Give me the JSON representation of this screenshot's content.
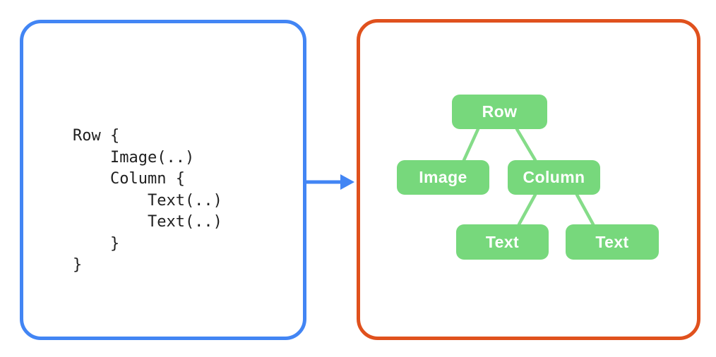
{
  "colors": {
    "blue": "#4285f4",
    "orange": "#e0511d",
    "node_green": "#77d87c",
    "edge_green": "#85dc89",
    "code_text": "#1f1f1f",
    "node_text": "#ffffff"
  },
  "left_panel": {
    "code_lines": [
      "Row {",
      "    Image(..)",
      "    Column {",
      "        Text(..)",
      "        Text(..)",
      "    }",
      "}"
    ]
  },
  "right_panel": {
    "tree": {
      "nodes": [
        {
          "id": "row",
          "label": "Row"
        },
        {
          "id": "image",
          "label": "Image"
        },
        {
          "id": "column",
          "label": "Column"
        },
        {
          "id": "text1",
          "label": "Text"
        },
        {
          "id": "text2",
          "label": "Text"
        }
      ]
    }
  }
}
